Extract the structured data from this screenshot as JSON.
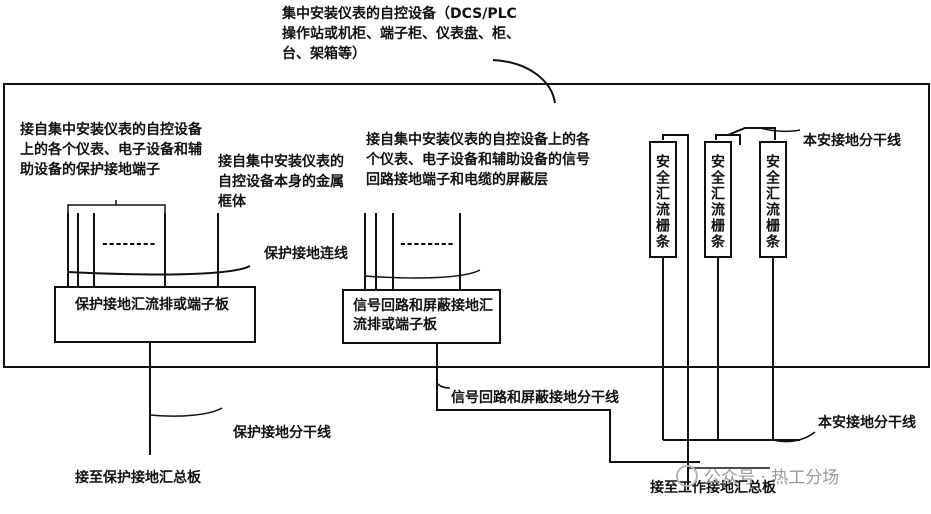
{
  "title_label": {
    "line1": "集中安装仪表的自控设备（DCS/PLC",
    "line2": "操作站或机柜、端子柜、仪表盘、柜、",
    "line3": "台、架箱等）"
  },
  "labels": {
    "protect_terminal": "接自集中安装仪表的自控设备上的各个仪表、电子设备和辅助设备的保护接地端子",
    "frame": "接自集中安装仪表的自控设备本身的金属框体",
    "signal_terminal": "接自集中安装仪表的自控设备上的各个仪表、电子设备和辅助设备的信号回路接地端子和电缆的屏蔽层",
    "this_branch_top": "本安接地分干线",
    "protect_connect": "保护接地连线",
    "signal_branch": "信号回路和屏蔽接地分干线",
    "protect_branch": "保护接地分干线",
    "this_branch_bottom": "本安接地分干线",
    "to_protect_bus": "接至保护接地汇总板",
    "to_work_bus": "接至工作接地汇总板"
  },
  "boxes": {
    "protect_bus": "保护接地汇流排或端子板",
    "signal_bus": "信号回路和屏蔽接地汇流排或端子板"
  },
  "bars": [
    "安全汇流栅条",
    "安全汇流栅条",
    "安全汇流栅条"
  ],
  "dashes": [
    "--------",
    "--------"
  ],
  "watermark": "公众号 · 热工分场"
}
